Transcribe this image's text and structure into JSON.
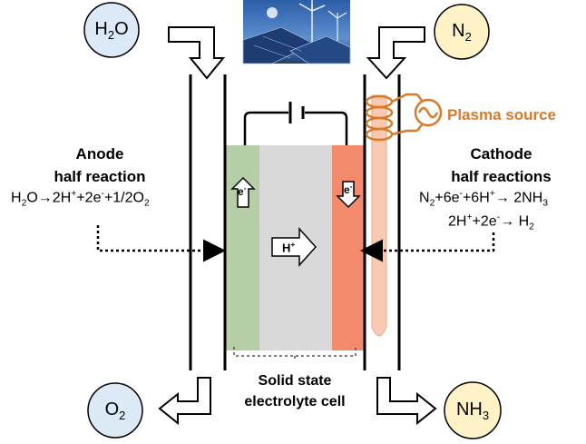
{
  "molecules": {
    "h2o": {
      "base": "H",
      "sub": "2",
      "rest": "O"
    },
    "n2": {
      "base": "N",
      "sub": "2"
    },
    "o2": {
      "base": "O",
      "sub": "2"
    },
    "nh3": {
      "base": "NH",
      "sub": "3"
    }
  },
  "plasma_source": "Plasma source",
  "anode": {
    "title_line1": "Anode",
    "title_line2": "half reaction",
    "reaction": {
      "lhs_base": "H",
      "lhs_sub": "2",
      "lhs_rest": "O",
      "arrow": "→",
      "rhs": "2H",
      "rhs_sup1": "+",
      "rhs_mid": "+2e",
      "rhs_sup2": "-",
      "rhs_end": "+1/2O",
      "rhs_sub": "2"
    }
  },
  "cathode": {
    "title_line1": "Cathode",
    "title_line2": "half reactions",
    "reaction1": {
      "a": "N",
      "a_sub": "2",
      "b": "+6e",
      "b_sup": "-",
      "c": "+6H",
      "c_sup": "+",
      "arrow": "→",
      "d": " 2NH",
      "d_sub": "3"
    },
    "reaction2": {
      "a": "2H",
      "a_sup": "+",
      "b": "+2e",
      "b_sup": "-",
      "arrow": "→",
      "c": " H",
      "c_sub": "2"
    }
  },
  "electron_symbol": {
    "base": "e",
    "sup": "-"
  },
  "proton_symbol": {
    "base": "H",
    "sup": "+"
  },
  "cell_label_line1": "Solid state",
  "cell_label_line2": "electrolyte cell",
  "colors": {
    "anode_layer": "#b5cea8",
    "electrolyte": "#d9d9d9",
    "cathode_layer": "#f28a6b",
    "circle_fill": "#dce9f7",
    "circle_fill_n2": "#fff2c6",
    "plasma": "#d97a2a",
    "plasma_tube": "#f9c9b2"
  },
  "icons": [
    "solar-wind-image",
    "battery-symbol",
    "ac-source-icon",
    "coil-icon"
  ]
}
